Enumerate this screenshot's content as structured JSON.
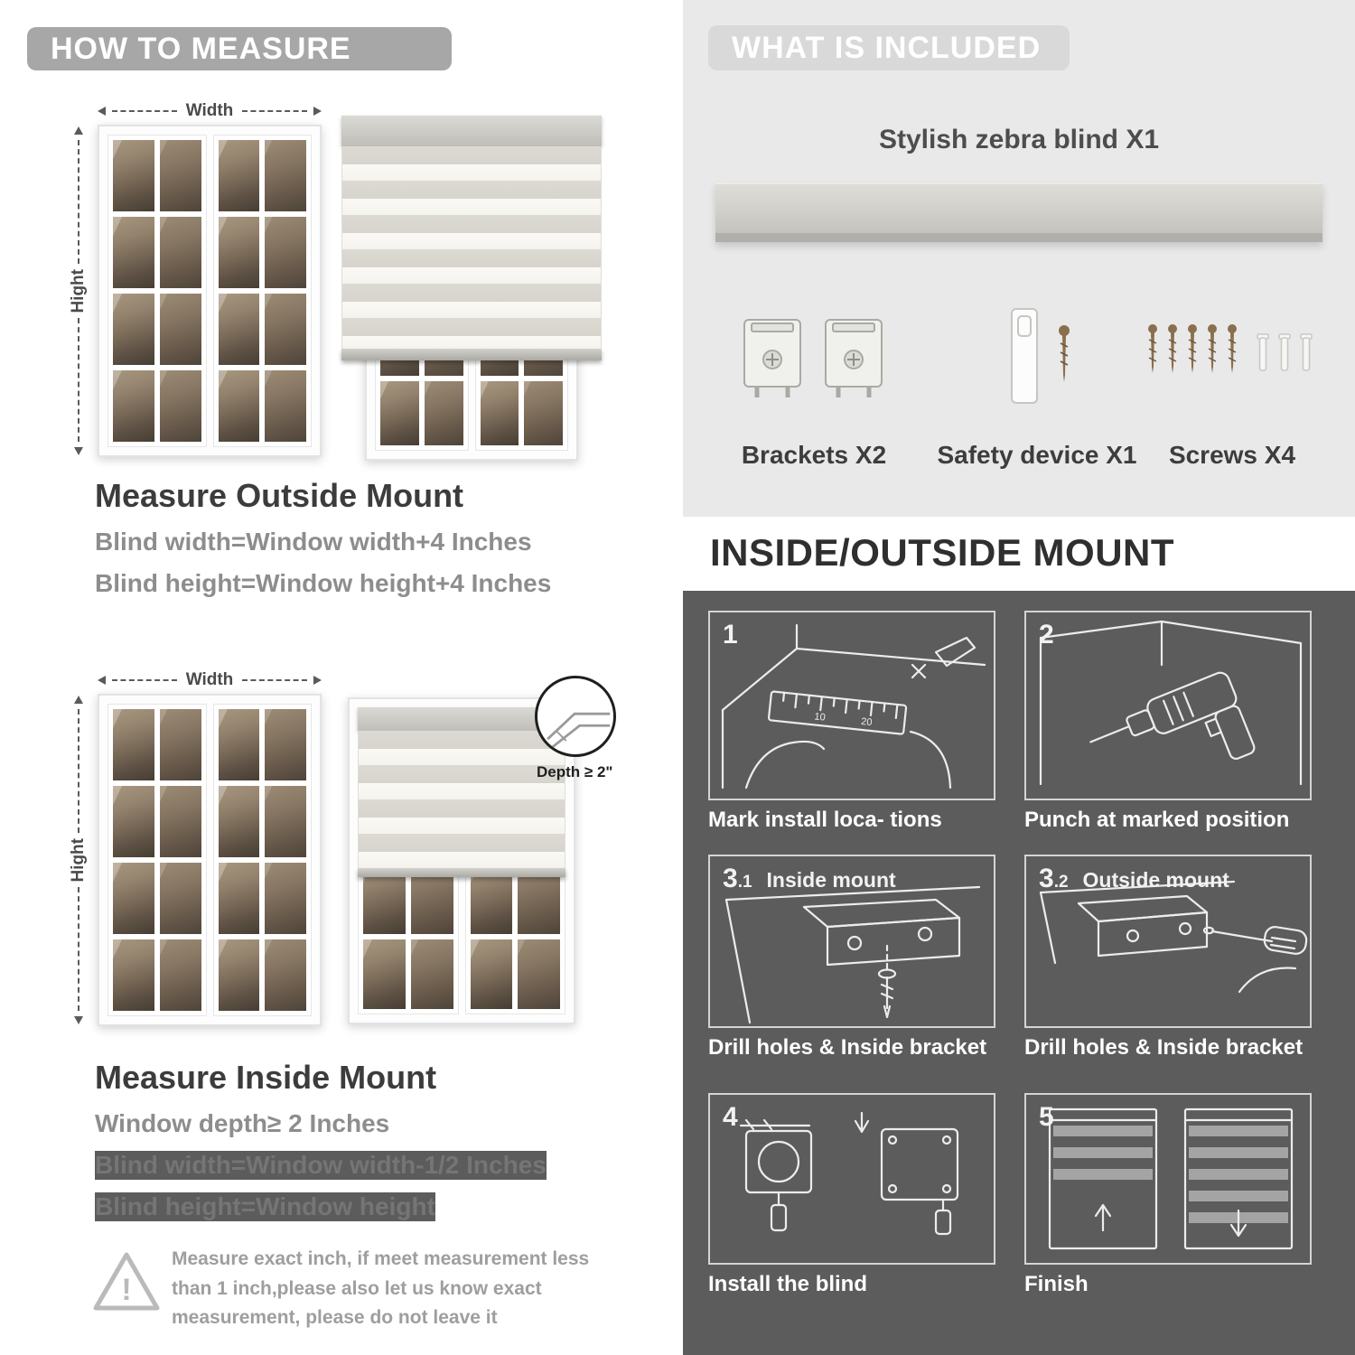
{
  "how_to_measure": {
    "banner": "HOW TO MEASURE",
    "outside": {
      "title": "Measure Outside Mount",
      "formula1": "Blind width=Window width+4 Inches",
      "formula2": "Blind height=Window height+4 Inches",
      "width_label": "Width",
      "height_label": "Hight"
    },
    "inside": {
      "title": "Measure Inside Mount",
      "formula1": "Window depth≥ 2 Inches",
      "formula2": "Blind width=Window width-1/2 Inches",
      "formula3": "Blind height=Window height",
      "width_label": "Width",
      "height_label": "Hight",
      "depth_label": "Depth ≥ 2\""
    },
    "note_line1": "Measure exact inch, if meet measurement less",
    "note_line2": "than 1 inch,please also let us know exact",
    "note_line3": "measurement, please do not leave it"
  },
  "included": {
    "banner": "WHAT IS INCLUDED",
    "blind_label": "Stylish zebra blind X1",
    "brackets_label": "Brackets X2",
    "safety_label": "Safety device X1",
    "screws_label": "Screws X4"
  },
  "mount": {
    "title": "INSIDE/OUTSIDE MOUNT",
    "steps": [
      {
        "num": "1",
        "caption": "Mark install loca- tions"
      },
      {
        "num": "2",
        "caption": "Punch at  marked position"
      },
      {
        "num": "3",
        "num_sub": ".1",
        "label": "Inside mount",
        "caption": "Drill holes &  Inside bracket"
      },
      {
        "num": "3",
        "num_sub": ".2",
        "label": "Outside mount",
        "caption": "Drill holes &  Inside bracket"
      },
      {
        "num": "4",
        "caption": "Install the blind"
      },
      {
        "num": "5",
        "caption": "Finish"
      }
    ]
  }
}
